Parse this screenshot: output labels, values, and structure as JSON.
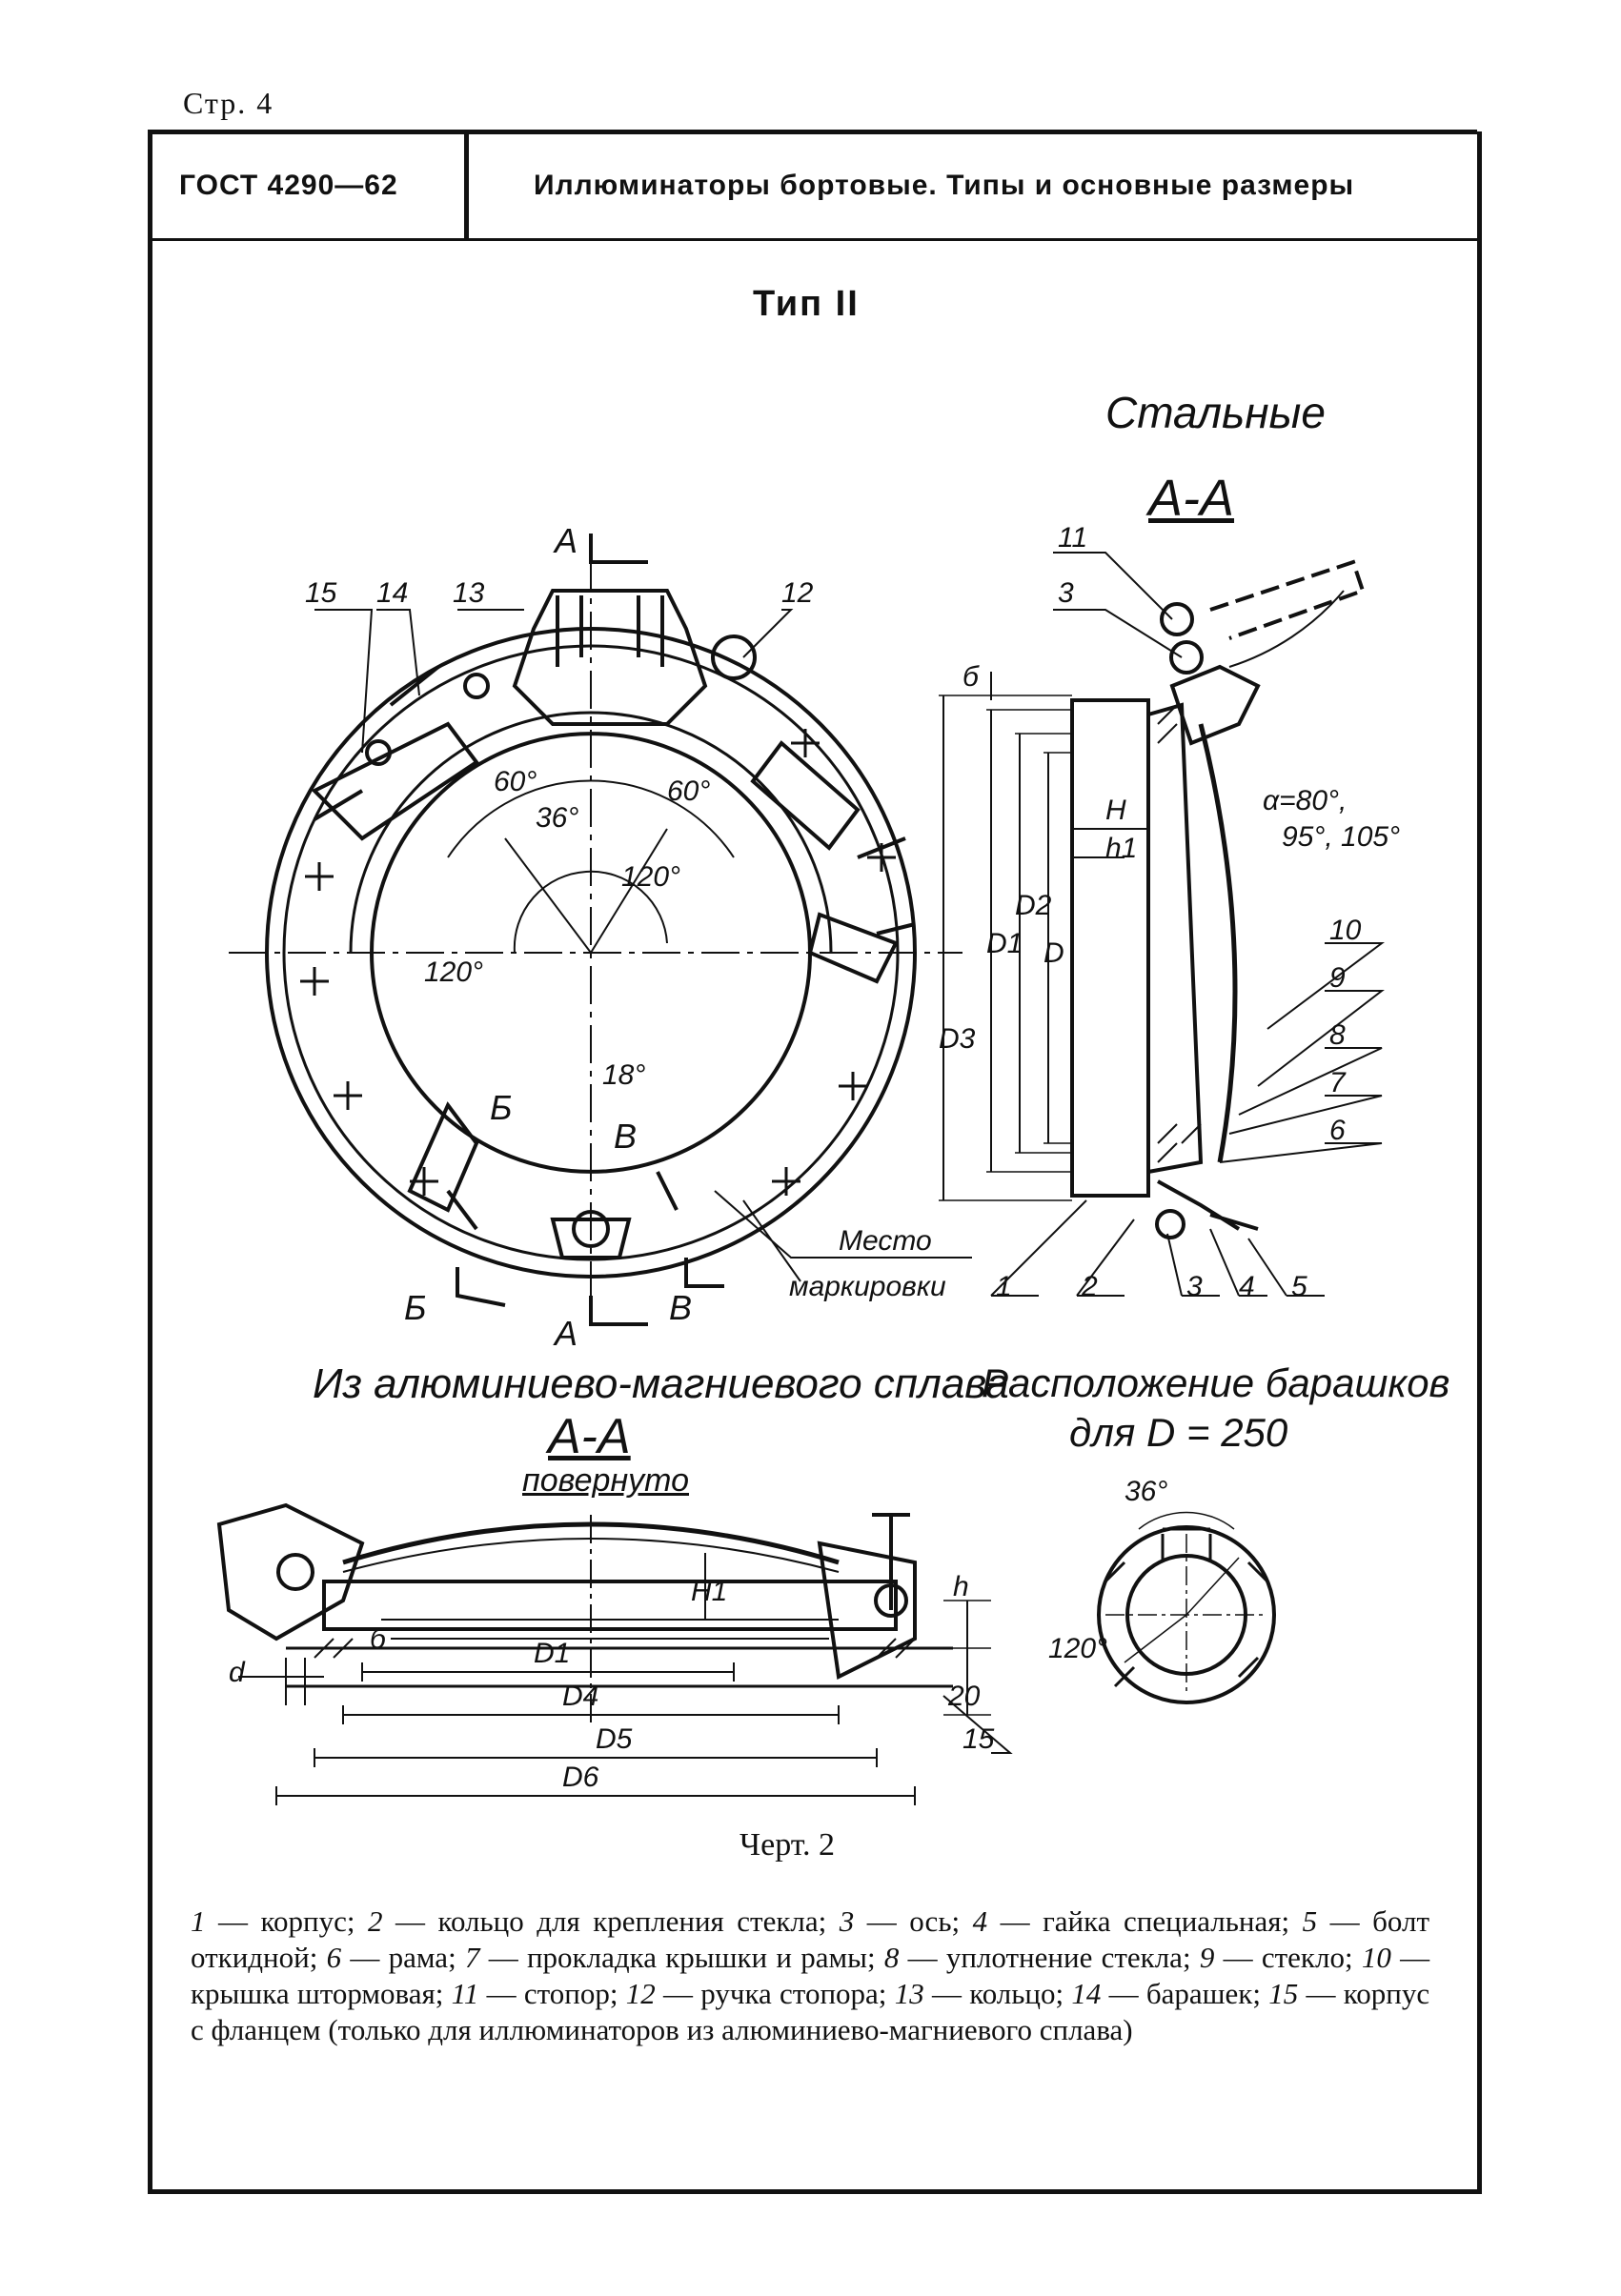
{
  "page_label": "Стр. 4",
  "header": {
    "standard": "ГОСТ 4290—62",
    "title": "Иллюминаторы бортовые. Типы и основные размеры"
  },
  "figure": {
    "type_heading": "Тип II",
    "steel_heading": "Стальные",
    "section_aa": "А-А",
    "alloy_heading": "Из алюминиево-магниевого сплава",
    "alloy_section": "А-А",
    "alloy_section_note": "повернуто",
    "wingnut_heading_line1": "Расположение барашков",
    "wingnut_heading_line2": "для D = 250",
    "marking_label_line1": "Место",
    "marking_label_line2": "маркировки",
    "caption": "Черт. 2",
    "front_view_labels": {
      "angle_60a": "60°",
      "angle_36": "36°",
      "angle_60b": "60°",
      "angle_120a": "120°",
      "angle_120b": "120°",
      "angle_18": "18°",
      "cut_a": "А",
      "cut_b": "Б",
      "cut_v": "В",
      "callouts": [
        "15",
        "14",
        "13",
        "12"
      ]
    },
    "section_labels": {
      "callouts": [
        "11",
        "3",
        "10",
        "9",
        "8",
        "7",
        "6",
        "1",
        "2",
        "3",
        "4",
        "5"
      ],
      "dims": [
        "б",
        "H",
        "h1",
        "D1",
        "D2",
        "D",
        "D3"
      ],
      "angle_note_line1": "α=80°,",
      "angle_note_line2": "95°, 105°"
    },
    "alloy_labels": {
      "dims": [
        "H1",
        "h",
        "б",
        "D1",
        "D4",
        "D5",
        "D6",
        "d",
        "20"
      ],
      "callout": "15"
    },
    "wingnut_labels": {
      "angle_36": "36°",
      "angle_120": "120°"
    }
  },
  "legend": [
    {
      "num": "1",
      "text": "корпус;"
    },
    {
      "num": "2",
      "text": "кольцо для крепления стекла;"
    },
    {
      "num": "3",
      "text": "ось;"
    },
    {
      "num": "4",
      "text": "гайка специальная;"
    },
    {
      "num": "5",
      "text": "болт откидной;"
    },
    {
      "num": "6",
      "text": "рама;"
    },
    {
      "num": "7",
      "text": "прокладка крышки и рамы;"
    },
    {
      "num": "8",
      "text": "уплотнение стекла;"
    },
    {
      "num": "9",
      "text": "стекло;"
    },
    {
      "num": "10",
      "text": "крышка штормовая;"
    },
    {
      "num": "11",
      "text": "стопор;"
    },
    {
      "num": "12",
      "text": "ручка стопора;"
    },
    {
      "num": "13",
      "text": "кольцо;"
    },
    {
      "num": "14",
      "text": "барашек;"
    },
    {
      "num": "15",
      "text": "корпус с фланцем (только для иллюминаторов из алюминиево-магниевого сплава)"
    }
  ]
}
